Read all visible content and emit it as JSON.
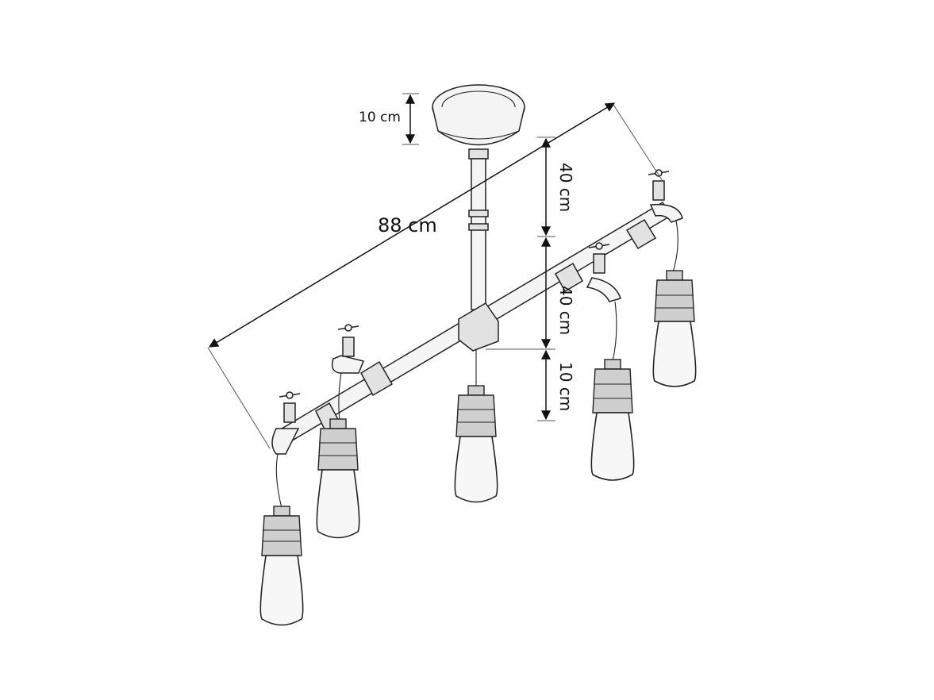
{
  "dimensions": {
    "canopy_height": "10 cm",
    "total_length": "88 cm",
    "drop_upper": "40 cm",
    "drop_lower": "40 cm",
    "lamp_drop": "10 cm"
  },
  "components": {
    "canopy": "ceiling-canopy",
    "rod": "suspension-rod",
    "bar": "horizontal-pipe-bar",
    "lamps": 5,
    "faucet_valves": 4
  },
  "colors": {
    "line": "#222222",
    "background": "#ffffff"
  }
}
